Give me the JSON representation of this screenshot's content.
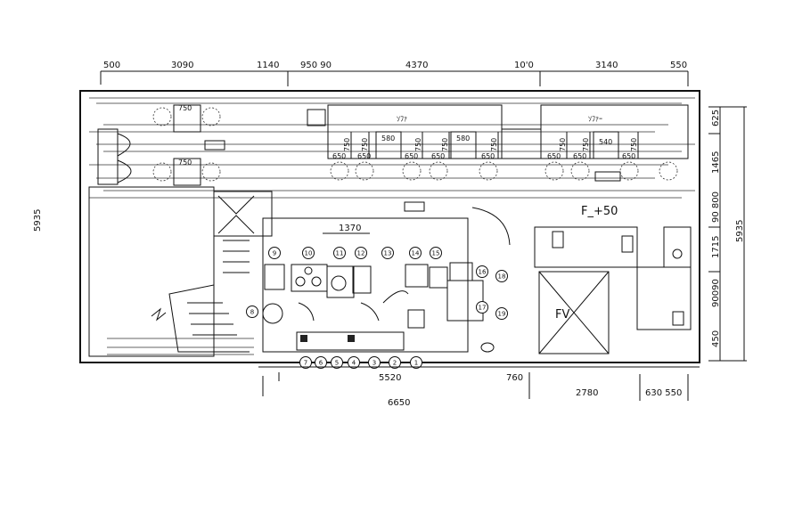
{
  "title": "Restaurant floor plan",
  "dimensions": {
    "top": [
      "500",
      "3090",
      "1140",
      "950 90",
      "4370",
      "10'0",
      "3140",
      "550"
    ],
    "left": "5935",
    "right": [
      "625",
      "1465",
      "90 800",
      "1715",
      "90090",
      "450"
    ],
    "right_total": "5935",
    "bottom_inner": "5520",
    "bottom_760": "760",
    "bottom_total": "6650",
    "bottom_2780": "2780",
    "bottom_right": "630 550",
    "kitchen_1370": "1370"
  },
  "rooms": {
    "sofa_left": "ｿﾌｧ",
    "sofa_right": "ｿﾌｧｰ",
    "floor_level": "F_+50",
    "fv": "FV"
  },
  "seating": {
    "w650": "650",
    "d750": "750",
    "d580": "580",
    "d540": "540"
  },
  "equipment_numbers": [
    "1",
    "2",
    "3",
    "4",
    "5",
    "6",
    "7",
    "8",
    "9",
    "10",
    "11",
    "12",
    "13",
    "14",
    "15",
    "16",
    "17",
    "18",
    "19"
  ]
}
